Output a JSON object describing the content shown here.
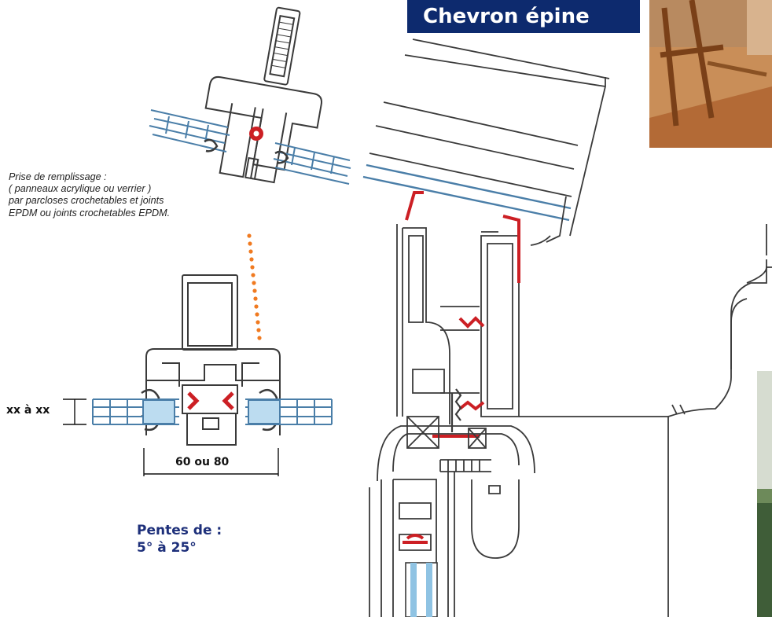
{
  "header": {
    "title": "Chevron épine"
  },
  "annotation": {
    "lines": [
      "Prise de remplissage :",
      "( panneaux acrylique ou verrier )",
      "par parcloses crochetables et joints",
      "EPDM ou joints crochetables EPDM."
    ]
  },
  "dimensions": {
    "thickness": "xx à xx",
    "width": "60 ou 80"
  },
  "slope": {
    "line1": "Pentes de :",
    "line2": "5° à 25°"
  },
  "colors": {
    "banner": "#0d2a6e",
    "profile": "#3a3a3a",
    "gasket": "#cc1f24",
    "glazing": "#8fc3e3",
    "dotted": "#f07a20",
    "slope_text": "#1d2f7a"
  }
}
